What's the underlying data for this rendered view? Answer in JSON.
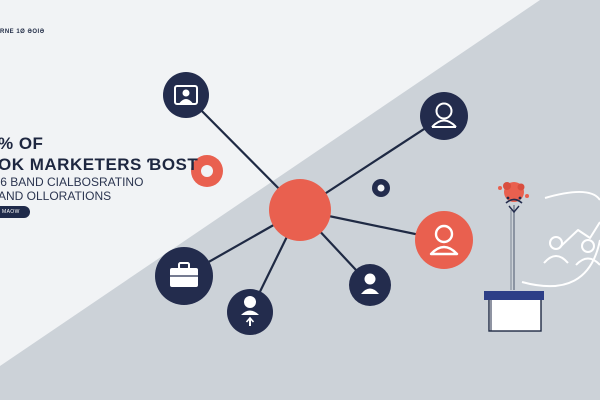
{
  "hero": {
    "eyebrow": "RNE 1Ø ƏOIƏ",
    "headline_line1": "% OF",
    "headline_line2": "OK MARKETERS ƁOST",
    "subhead_line1": "'6 BAND CIALBOSRATINO",
    "subhead_line2": "AND OLLORATIONS",
    "cta_label": "MAOW"
  },
  "colors": {
    "navy": "#232c4d",
    "coral": "#e9604f",
    "background_light": "#f1f3f5",
    "background_gray": "#ccd2d8",
    "network_line": "#1f2a44"
  },
  "icons": {
    "top_left_node": "id-card-icon",
    "top_right_node": "user-icon",
    "coral_right_node": "user-icon",
    "bottom_left_node": "briefcase-icon",
    "bottom_center_node": "user-icon",
    "bottom_right_node": "user-icon",
    "plant": "plant-icon",
    "people_chart": "users-growth-icon"
  }
}
